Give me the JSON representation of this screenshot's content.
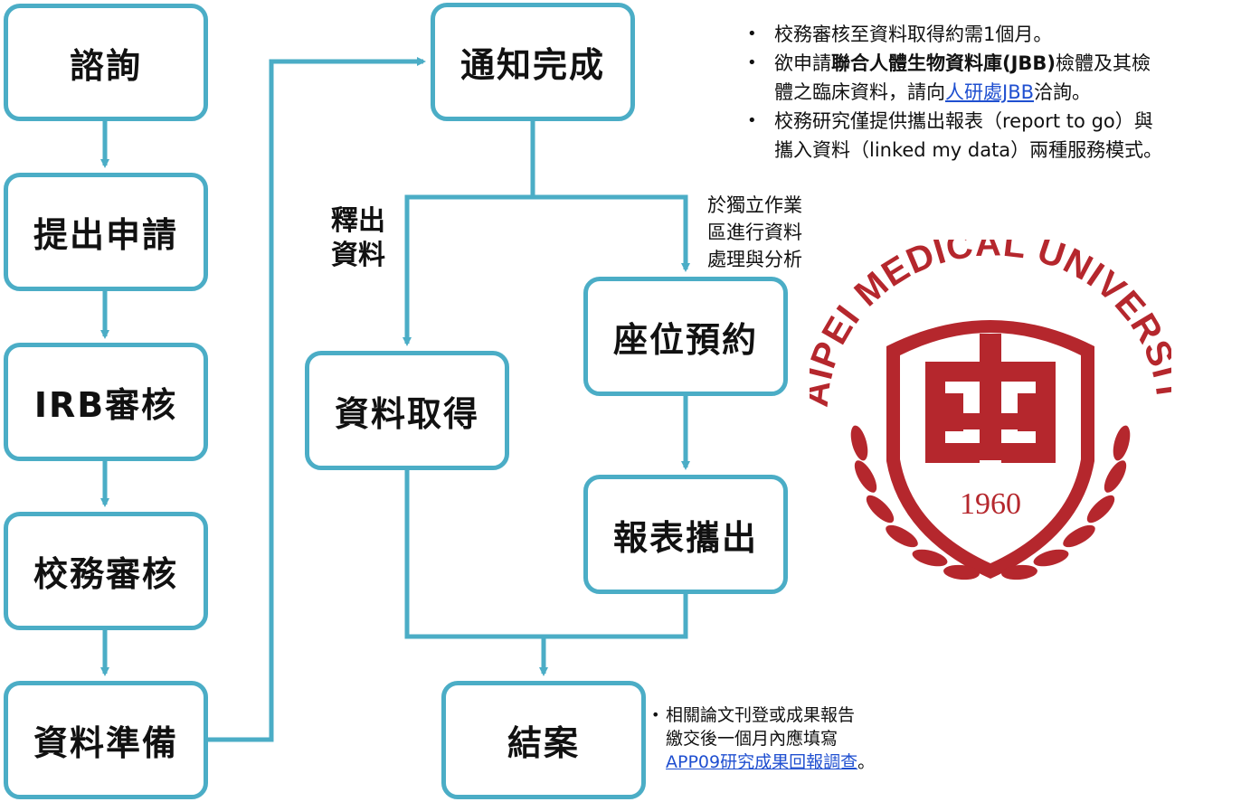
{
  "flow": {
    "consult": "諮詢",
    "apply": "提出申請",
    "irb": "IRB審核",
    "school_review": "校務審核",
    "data_prep": "資料準備",
    "notify_done": "通知完成",
    "data_obtain": "資料取得",
    "seat_reserve": "座位預約",
    "report_out": "報表攜出",
    "close_case": "結案"
  },
  "branch_labels": {
    "release_line1": "釋出",
    "release_line2": "資料",
    "workspace_line1": "於獨立作業",
    "workspace_line2": "區進行資料",
    "workspace_line3": "處理與分析"
  },
  "notes": {
    "bullet": "•",
    "n1": "校務審核至資料取得約需1個月。",
    "n2_pre": "欲申請",
    "n2_bold": "聯合人體生物資料庫(JBB)",
    "n2_mid": "檢體及其檢",
    "n2_line2_pre": "體之臨床資料，請向",
    "n2_link": "人研處JBB",
    "n2_post": "洽詢。",
    "n3_line1": "校務研究僅提供攜出報表（report to go）與",
    "n3_line2": "攜入資料（linked my data）兩種服務模式。"
  },
  "close_note": {
    "line1": "相關論文刊登或成果報告",
    "line2": "繳交後一個月內應填寫",
    "link": "APP09研究成果回報調查",
    "post": "。"
  },
  "logo": {
    "arc_text": "TAIPEI MEDICAL UNIVERSITY",
    "year": "1960",
    "color": "#b5272d"
  },
  "colors": {
    "box_border": "#4badc6",
    "link": "#1f4fd0"
  }
}
